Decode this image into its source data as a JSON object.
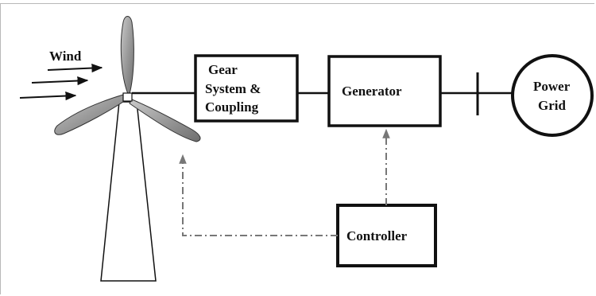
{
  "diagram": {
    "wind_label": "Wind",
    "gear_lines": [
      "Gear",
      "System &",
      "Coupling"
    ],
    "generator_label": "Generator",
    "controller_label": "Controller",
    "grid_lines": [
      "Power",
      "Grid"
    ]
  }
}
